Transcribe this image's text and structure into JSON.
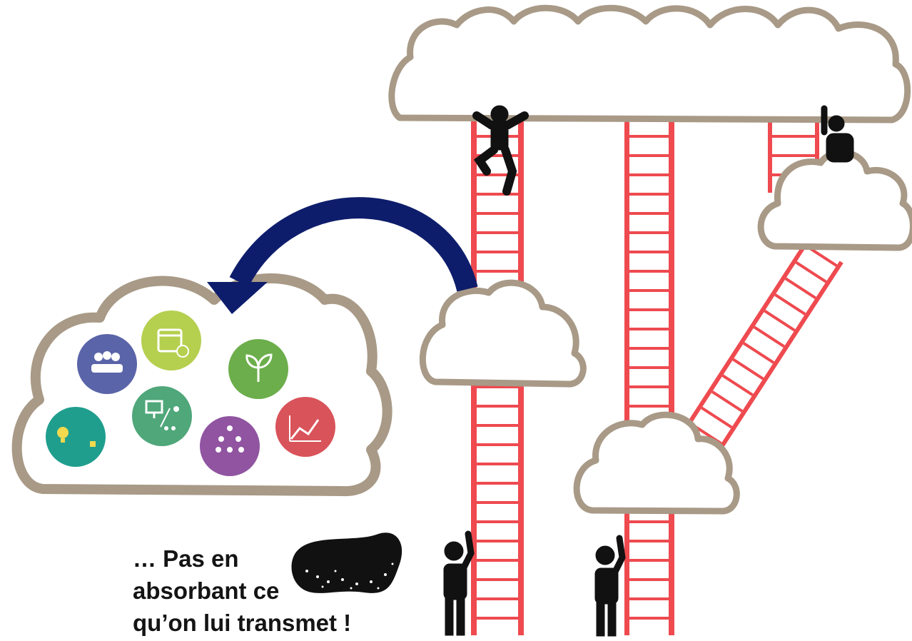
{
  "caption": {
    "line1": "… Pas en",
    "line2": "absorbant ce",
    "line3": "qu’on lui transmet !"
  },
  "colors": {
    "cloud_outline": "#a89a87",
    "ladder": "#ee4a4f",
    "arrow": "#0e1d6b",
    "person": "#111111",
    "sponge": "#111111"
  },
  "icons": [
    {
      "name": "people-meeting-icon",
      "color": "#5a64a8"
    },
    {
      "name": "calendar-clock-icon",
      "color": "#b5cf4f"
    },
    {
      "name": "seedling-icon",
      "color": "#6cae4b"
    },
    {
      "name": "lightbulb-puzzle-icon",
      "color": "#1f9e8e"
    },
    {
      "name": "presentation-teaching-icon",
      "color": "#4fa77a"
    },
    {
      "name": "team-support-icon",
      "color": "#9054a1"
    },
    {
      "name": "growth-chart-icon",
      "color": "#d9535a"
    }
  ]
}
